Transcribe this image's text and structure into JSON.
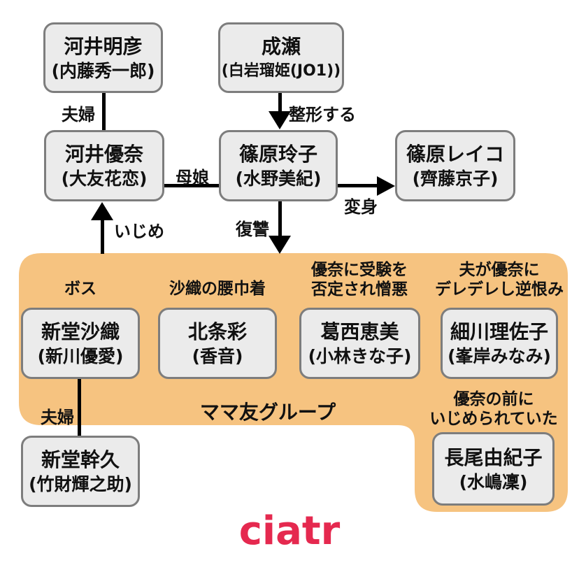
{
  "logo": "ciatr",
  "colors": {
    "group_bg": "#f6c380",
    "node_bg": "#ebebeb",
    "node_border": "#7d7d7d",
    "line": "#000000",
    "logo": "#e5294f"
  },
  "group": {
    "label": "ママ友グループ"
  },
  "nodes": {
    "kawai_akihiko": {
      "name": "河井明彦",
      "actor": "(内藤秀一郎)"
    },
    "naruse": {
      "name": "成瀬",
      "actor": "(白岩瑠姫(JO1))"
    },
    "kawai_yuna": {
      "name": "河井優奈",
      "actor": "(大友花恋)"
    },
    "shinohara_reiko": {
      "name": "篠原玲子",
      "actor": "(水野美紀)"
    },
    "shinohara_reiko_kana": {
      "name": "篠原レイコ",
      "actor": "(齊藤京子)"
    },
    "shindo_saori": {
      "name": "新堂沙織",
      "actor": "(新川優愛)"
    },
    "hojo_aya": {
      "name": "北条彩",
      "actor": "(香音)"
    },
    "kasai_emi": {
      "name": "葛西恵美",
      "actor": "(小林きな子)"
    },
    "hosokawa_risako": {
      "name": "細川理佐子",
      "actor": "(峯岸みなみ)"
    },
    "nagao_yukiko": {
      "name": "長尾由紀子",
      "actor": "(水嶋凜)"
    },
    "shindo_mikihisa": {
      "name": "新堂幹久",
      "actor": "(竹財輝之助)"
    }
  },
  "edges": {
    "fufu_top": "夫婦",
    "seikei": "整形する",
    "boshi": "母娘",
    "henshin": "変身",
    "fukushu": "復讐",
    "ijime": "いじめ",
    "fufu_bottom": "夫婦"
  },
  "notes": {
    "boss": "ボス",
    "koshiginchaku": "沙織の腰巾着",
    "kasai": [
      "優奈に受験を",
      "否定され憎悪"
    ],
    "hosokawa": [
      "夫が優奈に",
      "デレデレし逆恨み"
    ],
    "nagao": [
      "優奈の前に",
      "いじめられていた"
    ]
  }
}
